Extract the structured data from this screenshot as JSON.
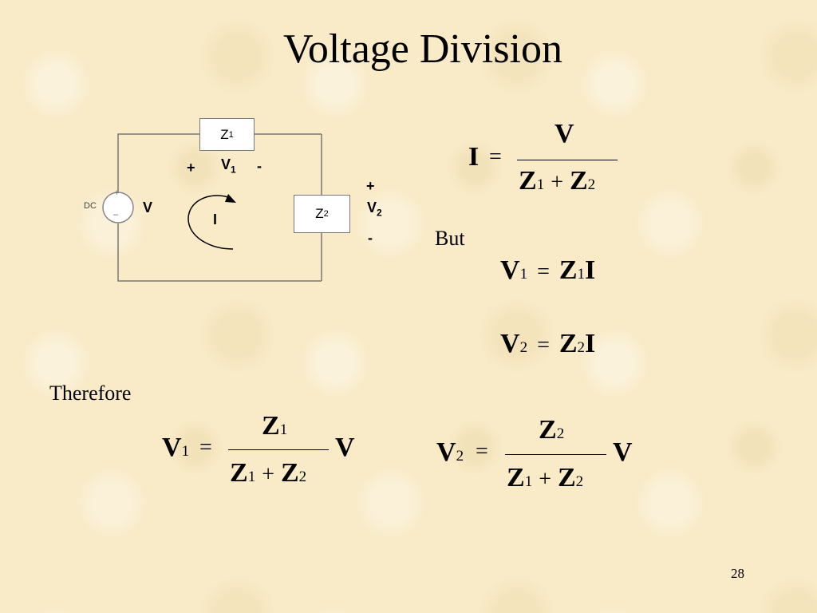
{
  "slide": {
    "title": "Voltage Division",
    "page_number": "28"
  },
  "circuit": {
    "source_label": "DC",
    "source_plus": "+",
    "source_minus": "–",
    "source_voltage": "V",
    "z1": {
      "main": "Z",
      "sub": "1"
    },
    "z2": {
      "main": "Z",
      "sub": "2"
    },
    "v1": {
      "plus": "+",
      "main": "V",
      "sub": "1",
      "minus": "-"
    },
    "v2": {
      "plus": "+",
      "main": "V",
      "sub": "2",
      "minus": "-"
    },
    "current": "I"
  },
  "text": {
    "but": "But",
    "therefore": "Therefore"
  },
  "symbols": {
    "I": "I",
    "V": "V",
    "Z": "Z",
    "one": "1",
    "two": "2",
    "equals": "=",
    "plus": "+"
  }
}
